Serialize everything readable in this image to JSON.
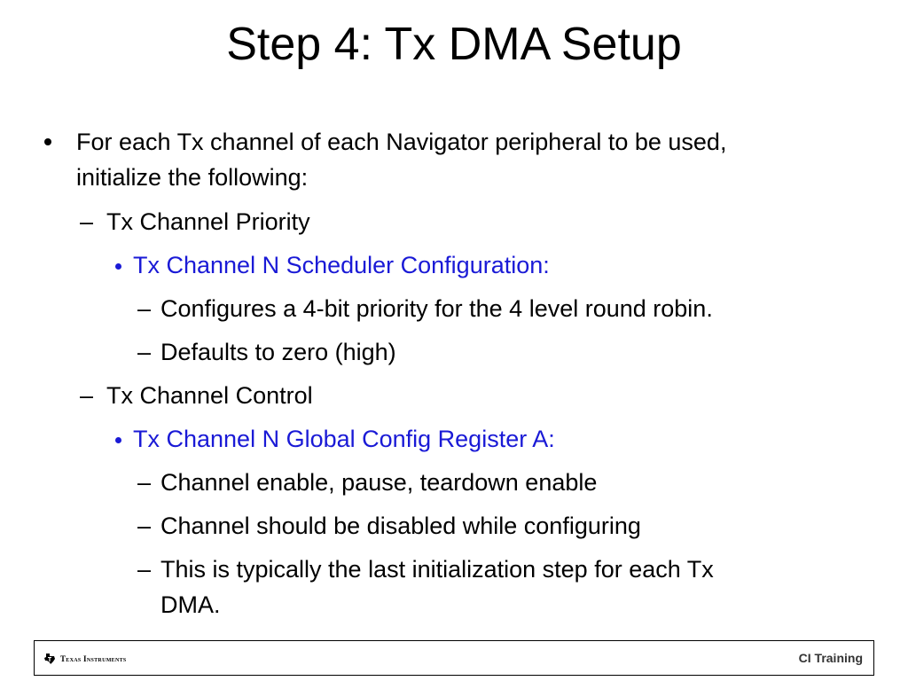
{
  "slide": {
    "title": "Step 4: Tx DMA Setup",
    "bullet1": {
      "line1": "For each Tx channel of each Navigator peripheral to be used,",
      "line2": "initialize the following:"
    },
    "sub1": {
      "marker": "–",
      "label": "Tx Channel Priority",
      "register": "Tx Channel N Scheduler Configuration:",
      "items": [
        "Configures a 4-bit priority for the 4 level round robin.",
        "Defaults to zero (high)"
      ]
    },
    "sub2": {
      "marker": "–",
      "label": "Tx Channel Control",
      "register": "Tx Channel N Global Config Register A:",
      "items": [
        "Channel enable, pause, teardown enable",
        "Channel should be disabled while configuring",
        "This is typically the last initialization step for each Tx"
      ],
      "item3_cont": "DMA."
    }
  },
  "footer": {
    "logo_text": "Texas Instruments",
    "right_label": "CI Training"
  },
  "colors": {
    "accent_blue": "#1a1ad6",
    "text": "#000000"
  }
}
